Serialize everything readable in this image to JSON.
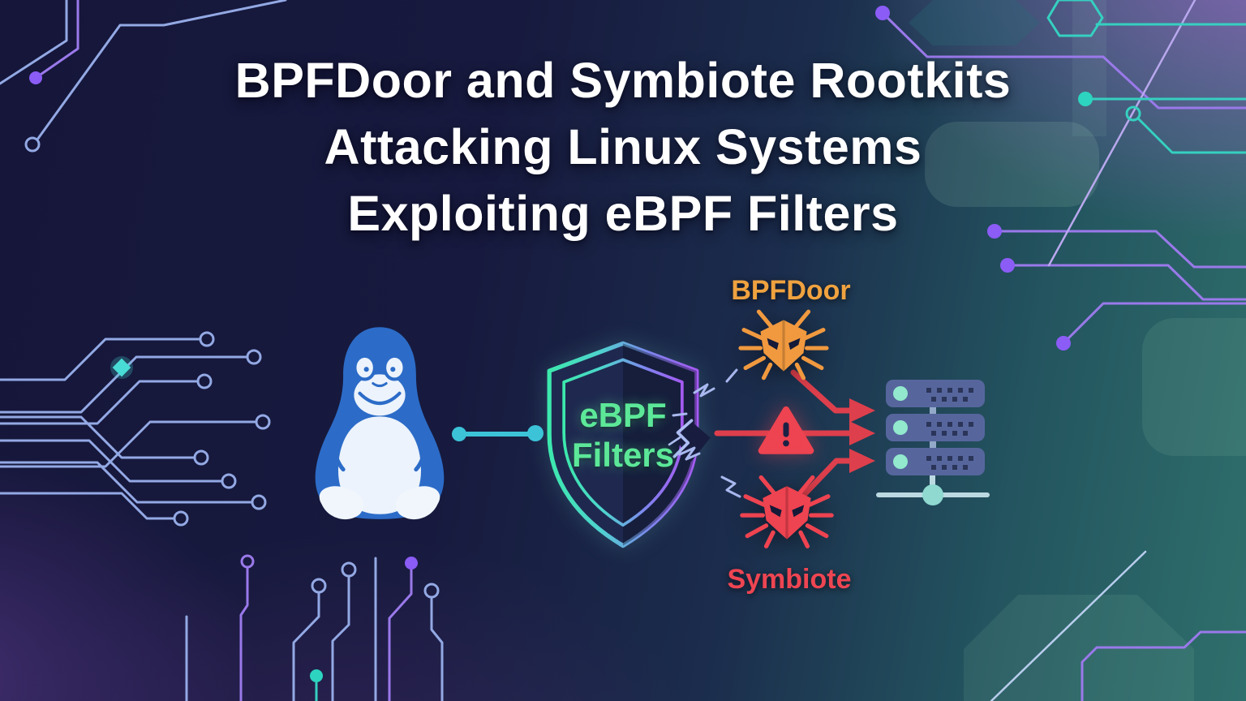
{
  "title": {
    "line1": "BPFDoor and Symbiote Rootkits",
    "line2": "Attacking Linux Systems",
    "line3": "Exploiting eBPF Filters",
    "color": "#ffffff"
  },
  "diagram": {
    "linux": {
      "icon": "tux-penguin",
      "body_color": "#2c6cc8",
      "belly_color": "#ecf3fc"
    },
    "connector": {
      "color": "#3cc3d8"
    },
    "shield": {
      "line1": "eBPF",
      "line2": "Filters",
      "text_color": "#5ce898",
      "border_gradient_left": "#3ce9ad",
      "border_gradient_right": "#a55af3",
      "status": "cracked"
    },
    "threats": [
      {
        "id": "bpfdoor",
        "label": "BPFDoor",
        "color": "#f0993f",
        "icon": "bug"
      },
      {
        "id": "symbiote",
        "label": "Symbiote",
        "color": "#ee4350",
        "icon": "bug"
      }
    ],
    "warning": {
      "icon": "warning-triangle",
      "color": "#ee4350"
    },
    "arrows": {
      "color": "#de3f4c",
      "count": 3
    },
    "servers": {
      "icon": "server-stack",
      "rack_count": 3,
      "body_color": "#56669d",
      "led_color": "#92e9cd"
    }
  },
  "background": {
    "left_color": "#15163a",
    "right_color": "#2f6f6c",
    "trace_periwinkle": "#93a9e4",
    "trace_purple": "#9a79ea",
    "trace_teal": "#35d0c0",
    "dot_purple": "#8b5cf6",
    "dot_teal": "#2dd4bf"
  }
}
